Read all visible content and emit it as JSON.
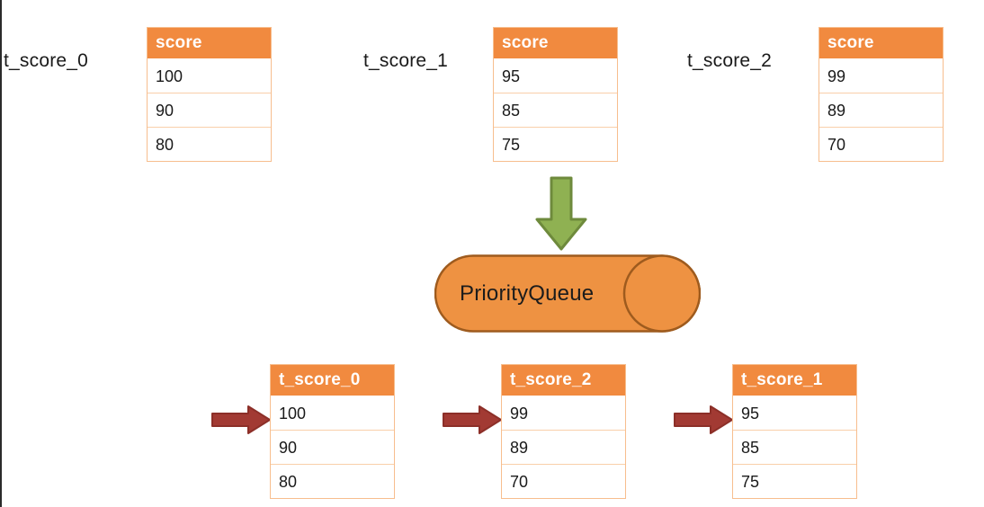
{
  "colors": {
    "table_header_bg": "#F18A3F",
    "table_border": "#F7BE8E",
    "row_separator": "#F9CFAA",
    "green_arrow_fill": "#8FB152",
    "green_arrow_stroke": "#6E8A3C",
    "red_arrow_fill": "#A23A33",
    "red_arrow_stroke": "#8C2F28",
    "queue_fill": "#EE9242",
    "queue_stroke": "#9E5B1E",
    "text": "#1a1a1a",
    "background": "#FFFFFF"
  },
  "source_tables": [
    {
      "label": "t_score_0",
      "header": "score",
      "rows": [
        "100",
        "90",
        "80"
      ]
    },
    {
      "label": "t_score_1",
      "header": "score",
      "rows": [
        "95",
        "85",
        "75"
      ]
    },
    {
      "label": "t_score_2",
      "header": "score",
      "rows": [
        "99",
        "89",
        "70"
      ]
    }
  ],
  "queue": {
    "label": "PriorityQueue",
    "shape": "cylinder"
  },
  "ingest_arrow": {
    "icon": "down-arrow-icon",
    "direction": "down",
    "color": "#8FB152"
  },
  "result_tables": [
    {
      "header": "t_score_0",
      "rows": [
        "100",
        "90",
        "80"
      ],
      "pointer_icon": "right-arrow-icon"
    },
    {
      "header": "t_score_2",
      "rows": [
        "99",
        "89",
        "70"
      ],
      "pointer_icon": "right-arrow-icon"
    },
    {
      "header": "t_score_1",
      "rows": [
        "95",
        "85",
        "75"
      ],
      "pointer_icon": "right-arrow-icon"
    }
  ]
}
